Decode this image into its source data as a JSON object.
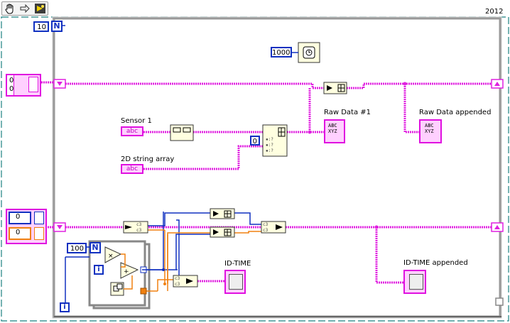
{
  "toolbar": {
    "operate_tool": "hand-icon",
    "wire_tool": "arrow-icon",
    "highlight_tool": "highlight-bulb-icon",
    "version": "2012"
  },
  "while_loop": {
    "count": "10",
    "count_terminal": "N"
  },
  "wait_constant": "1000",
  "sensor_label": "Sensor 1",
  "sensor_terminal": "abc",
  "string_array_label": "2D string array",
  "string_array_terminal": "abc",
  "index_constant": "0",
  "raw_data_label": "Raw Data #1",
  "raw_data_appended_label": "Raw Data appended",
  "inner_for": {
    "count": "100",
    "count_terminal": "N",
    "iteration_terminal": "i"
  },
  "outer_iteration_terminal": "i",
  "id_time_label": "ID-TIME",
  "id_time_appended_label": "ID-TIME appended",
  "array_left": {
    "index": "0",
    "value": "0"
  },
  "cluster_left": {
    "top": "0",
    "bottom": "0"
  },
  "colors": {
    "string_wire": "#e020e0",
    "numeric_wire": "#1030c0",
    "dbl_wire": "#f08010",
    "frame_border": "#1a8080"
  }
}
